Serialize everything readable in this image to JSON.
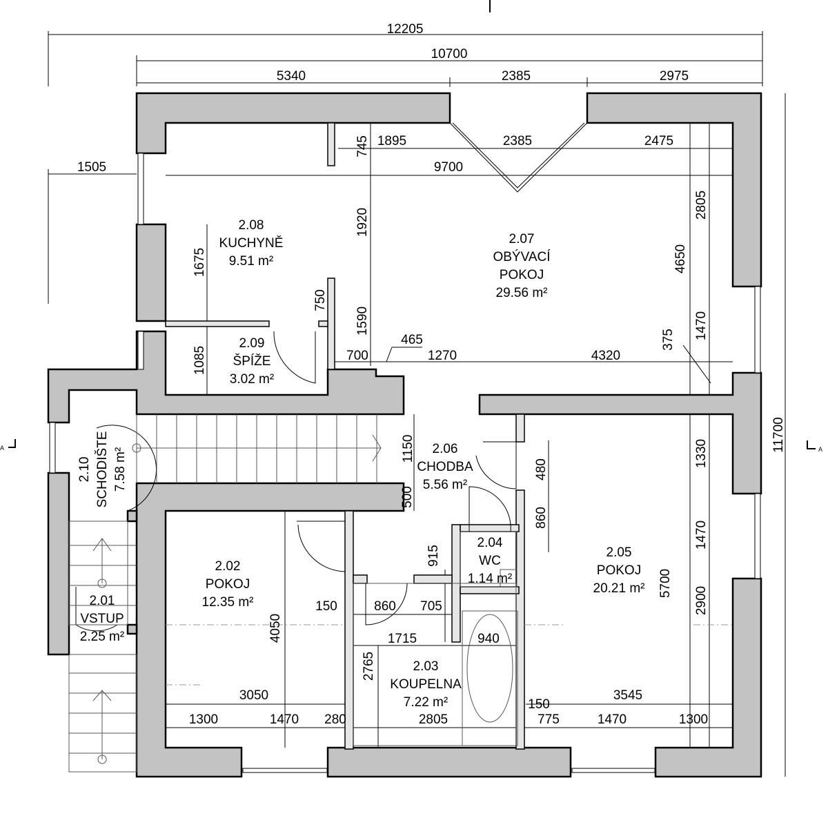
{
  "drawing": {
    "title": "Floor plan – 2nd floor",
    "section_label": "A",
    "wall_color": "#c3c3c3"
  },
  "rooms": [
    {
      "number": "2.08",
      "name": "KUCHYNĚ",
      "area": "9.51 m²"
    },
    {
      "number": "2.07",
      "name": "OBÝVACÍ",
      "name2": "POKOJ",
      "area": "29.56 m²"
    },
    {
      "number": "2.09",
      "name": "ŠPÍŽE",
      "area": "3.02 m²"
    },
    {
      "number": "2.10",
      "name": "SCHODIŠTE",
      "area": "7.58 m²"
    },
    {
      "number": "2.06",
      "name": "CHODBA",
      "area": "5.56 m²"
    },
    {
      "number": "2.04",
      "name": "WC",
      "area": "1.14 m²"
    },
    {
      "number": "2.02",
      "name": "POKOJ",
      "area": "12.35 m²"
    },
    {
      "number": "2.05",
      "name": "POKOJ",
      "area": "20.21 m²"
    },
    {
      "number": "2.01",
      "name": "VSTUP",
      "area": "2.25 m²"
    },
    {
      "number": "2.03",
      "name": "KOUPELNA",
      "area": "7.22 m²"
    }
  ],
  "dimensions": [
    "12205",
    "10700",
    "5340",
    "2385",
    "2975",
    "1505",
    "745",
    "1895",
    "2385",
    "2475",
    "9700",
    "1920",
    "1675",
    "750",
    "1590",
    "1085",
    "465",
    "700",
    "1270",
    "4320",
    "2805",
    "4650",
    "1470",
    "375",
    "11700",
    "1150",
    "500",
    "480",
    "860",
    "1330",
    "1470",
    "5700",
    "2900",
    "915",
    "150",
    "860",
    "705",
    "1715",
    "940",
    "4050",
    "2765",
    "3050",
    "3545",
    "150",
    "1300",
    "1470",
    "280",
    "2805",
    "775",
    "1470",
    "1300"
  ]
}
